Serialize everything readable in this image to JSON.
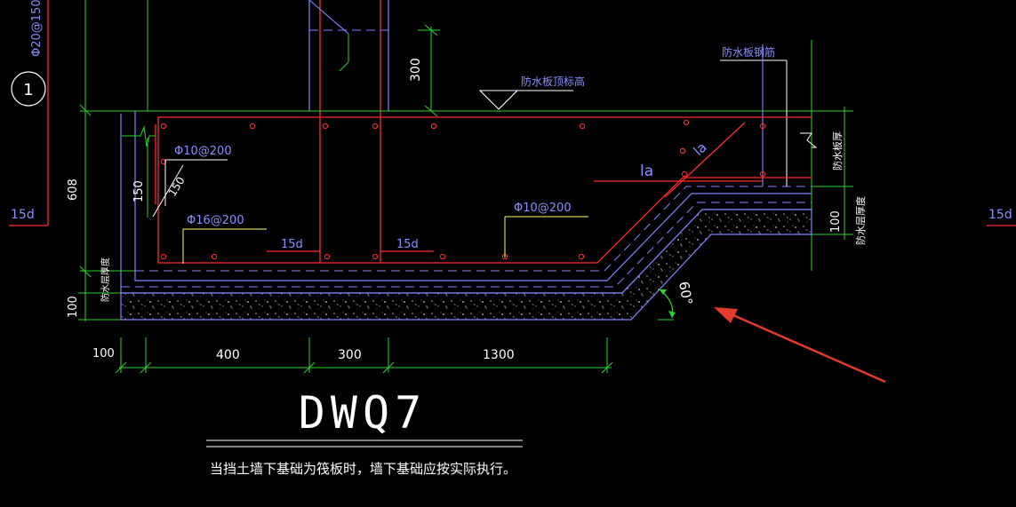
{
  "colors": {
    "background": "#000000",
    "rebar": "#ff2b2b",
    "concrete": "#7f86ff",
    "dimension": "#2cd42c",
    "text": "#ffffff",
    "label_blue": "#8a8fff",
    "leader_yellow": "#ffff66",
    "arrow": "#e23b2b"
  },
  "title": "DWQ7",
  "note": "当挡土墙下基础为筏板时，墙下基础应按实际执行。",
  "section_marker": "1",
  "labels": {
    "rebar_top": "Φ20@150",
    "anchor_left": "15d",
    "anchor_right": "15d",
    "waterproof_top_elevation": "防水板顶标高",
    "waterproof_rebar": "防水板钢筋",
    "waterproof_thickness": "防水板厚",
    "waterproof_layer_thickness_right": "防水层厚度",
    "waterproof_layer_thickness_left": "防水层厚度",
    "rebar_phi10_left": "Φ10@200",
    "rebar_phi16": "Φ16@200",
    "rebar_phi10_right": "Φ10@200",
    "anchor_15d_a": "15d",
    "anchor_15d_b": "15d",
    "la_horizontal": "la",
    "la_diagonal": "la",
    "angle": "60°"
  },
  "dimensions": {
    "height_300": "300",
    "height_608": "608",
    "offset_150_a": "150",
    "offset_150_b": "150",
    "layer_100_left": "100",
    "layer_100_right": "100",
    "bottom": [
      "100",
      "400",
      "300",
      "1300"
    ]
  }
}
